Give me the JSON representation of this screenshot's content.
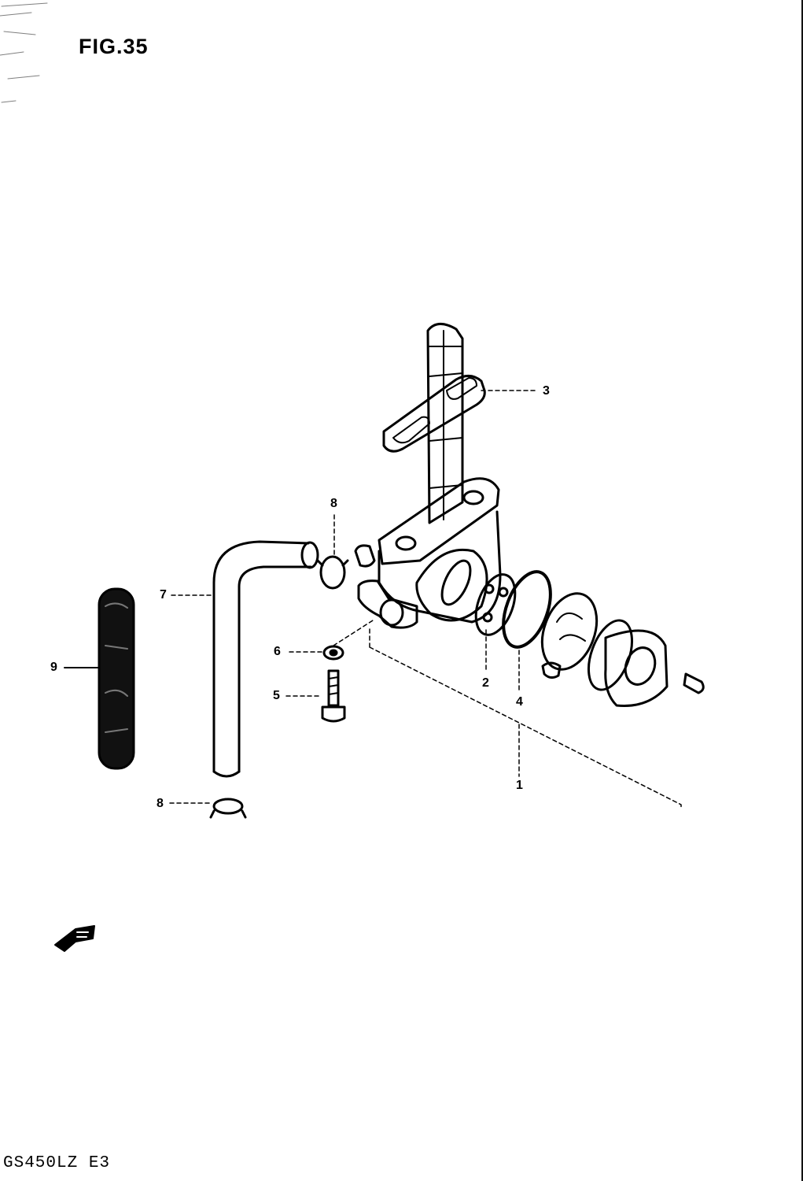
{
  "figure": {
    "title": "FIG.35",
    "model_code": "GS450LZ E3"
  },
  "callouts": [
    {
      "id": "c3",
      "number": "3"
    },
    {
      "id": "c8a",
      "number": "8"
    },
    {
      "id": "c7",
      "number": "7"
    },
    {
      "id": "c9",
      "number": "9"
    },
    {
      "id": "c6",
      "number": "6"
    },
    {
      "id": "c5",
      "number": "5"
    },
    {
      "id": "c2",
      "number": "2"
    },
    {
      "id": "c4",
      "number": "4"
    },
    {
      "id": "c1",
      "number": "1"
    },
    {
      "id": "c8b",
      "number": "8"
    }
  ],
  "icons": {
    "fwd_arrow": "fwd-arrow-icon"
  },
  "colors": {
    "ink": "#000000",
    "paper": "#ffffff"
  }
}
